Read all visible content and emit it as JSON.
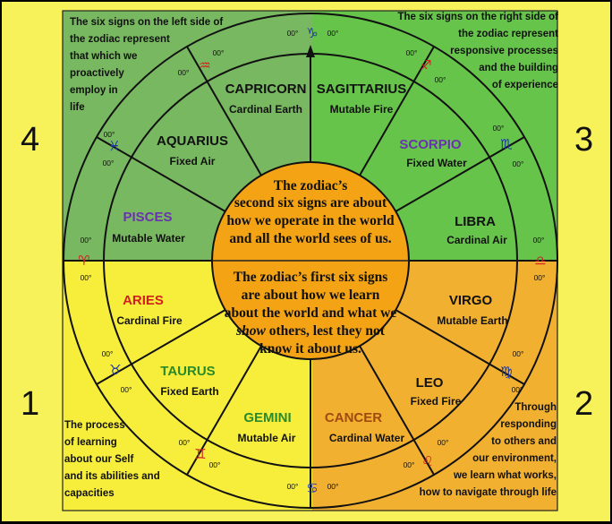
{
  "colors": {
    "outer_bg": "#f8f25a",
    "q4_fill": "#78b860",
    "q3_fill": "#66c44a",
    "q1_fill": "#f6ee3a",
    "q2_fill": "#f2b030",
    "center_fill": "#f3a314",
    "purple": "#6a32b0",
    "red": "#d02020",
    "green": "#2a8a2a",
    "brown": "#a04a12",
    "blue": "#1e3aa8"
  },
  "corners": {
    "top_left": [
      "The six signs on the left side of",
      "the zodiac represent",
      "that which we",
      "proactively",
      "employ in",
      "life"
    ],
    "top_right": [
      "The six signs on the right side of",
      "the zodiac represent",
      "responsive processes",
      "and the building",
      "of experience"
    ],
    "bottom_left": [
      "The process",
      "of learning",
      "about our Self",
      "and its abilities and",
      "capacities"
    ],
    "bottom_right": [
      "Through",
      "responding",
      "to others and",
      "our environment,",
      "we learn what works,",
      "how to navigate through life"
    ]
  },
  "quadrants": {
    "q4": "4",
    "q3": "3",
    "q1": "1",
    "q2": "2"
  },
  "center": {
    "upper": [
      "The zodiac’s",
      "second six signs are about",
      "how we operate in the world",
      "and all the world sees of us."
    ],
    "lower_1": "The zodiac’s first six signs",
    "lower_2": "are about how we learn",
    "lower_3": "about the world and what we",
    "lower_4_em": "show",
    "lower_4_rest": " others, lest they not",
    "lower_5": "know it about us."
  },
  "signs": [
    {
      "name": "CAPRICORN",
      "quality": "Cardinal Earth"
    },
    {
      "name": "SAGITTARIUS",
      "quality": "Mutable Fire"
    },
    {
      "name": "AQUARIUS",
      "quality": "Fixed Air"
    },
    {
      "name": "SCORPIO",
      "quality": "Fixed Water"
    },
    {
      "name": "PISCES",
      "quality": "Mutable Water"
    },
    {
      "name": "LIBRA",
      "quality": "Cardinal Air"
    },
    {
      "name": "ARIES",
      "quality": "Cardinal Fire"
    },
    {
      "name": "VIRGO",
      "quality": "Mutable Earth"
    },
    {
      "name": "TAURUS",
      "quality": "Fixed Earth"
    },
    {
      "name": "LEO",
      "quality": "Fixed Fire"
    },
    {
      "name": "GEMINI",
      "quality": "Mutable  Air"
    },
    {
      "name": "CANCER",
      "quality": "Cardinal Water"
    }
  ],
  "glyphs": {
    "capricorn": "♑",
    "sagittarius": "♐",
    "aquarius": "♒",
    "scorpio": "♏",
    "pisces": "♓",
    "libra": "♎",
    "aries": "♈",
    "virgo": "♍",
    "taurus": "♉",
    "leo": "♌",
    "gemini": "♊",
    "cancer": "♋"
  },
  "degree": "00°"
}
